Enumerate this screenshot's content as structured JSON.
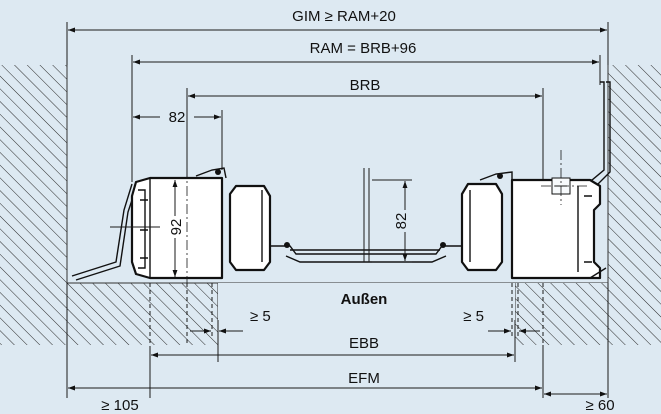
{
  "labels": {
    "gim": "GIM ≥ RAM+20",
    "ram": "RAM = BRB+96",
    "brb": "BRB",
    "dim_82_horizontal": "82",
    "dim_92": "92",
    "dim_82_vertical": "82",
    "aussen": "Außen",
    "ge5_left": "≥ 5",
    "ge5_right": "≥ 5",
    "ebb": "EBB",
    "efm": "EFM",
    "ge105": "≥ 105",
    "ge60": "≥ 60"
  },
  "colors": {
    "background": "#dde9f2",
    "lines": "#1a1a1a",
    "profile_fill": "#ffffff"
  }
}
